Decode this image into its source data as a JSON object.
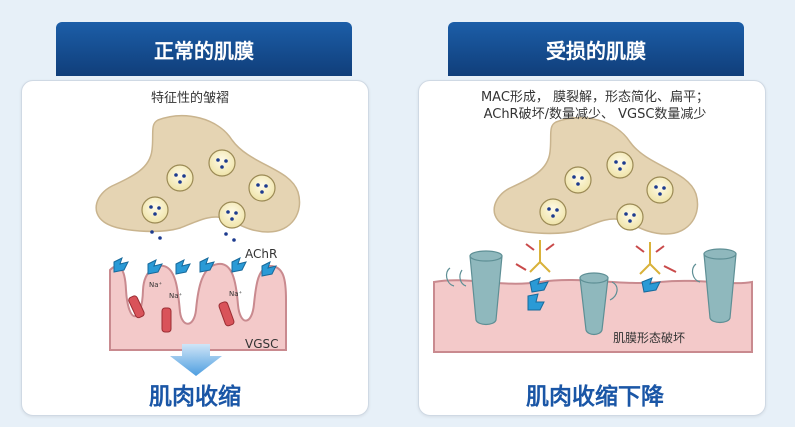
{
  "left_panel": {
    "title": "正常的肌膜",
    "caption": "特征性的皱褶",
    "label_achr": "AChR",
    "label_vgsc": "VGSC",
    "label_na1": "Na⁺",
    "label_na2": "Na⁺",
    "label_na3": "Na⁺",
    "result": "肌肉收缩"
  },
  "right_panel": {
    "title": "受损的肌膜",
    "caption_line1": "MAC形成， 膜裂解，形态简化、扁平；",
    "caption_line2": "AChR破坏/数量减少、 VGSC数量减少",
    "label_damage": "肌膜形态破坏",
    "result": "肌肉收缩下降"
  },
  "colors": {
    "tab_blue": "#164d91",
    "result_blue": "#1a56a6",
    "terminal_tan": "#e5d4b3",
    "membrane_pink": "#f3c9c9",
    "receptor_blue": "#2a9ad6",
    "channel_red": "#d9535a",
    "mac_teal": "#8fb8bd"
  }
}
